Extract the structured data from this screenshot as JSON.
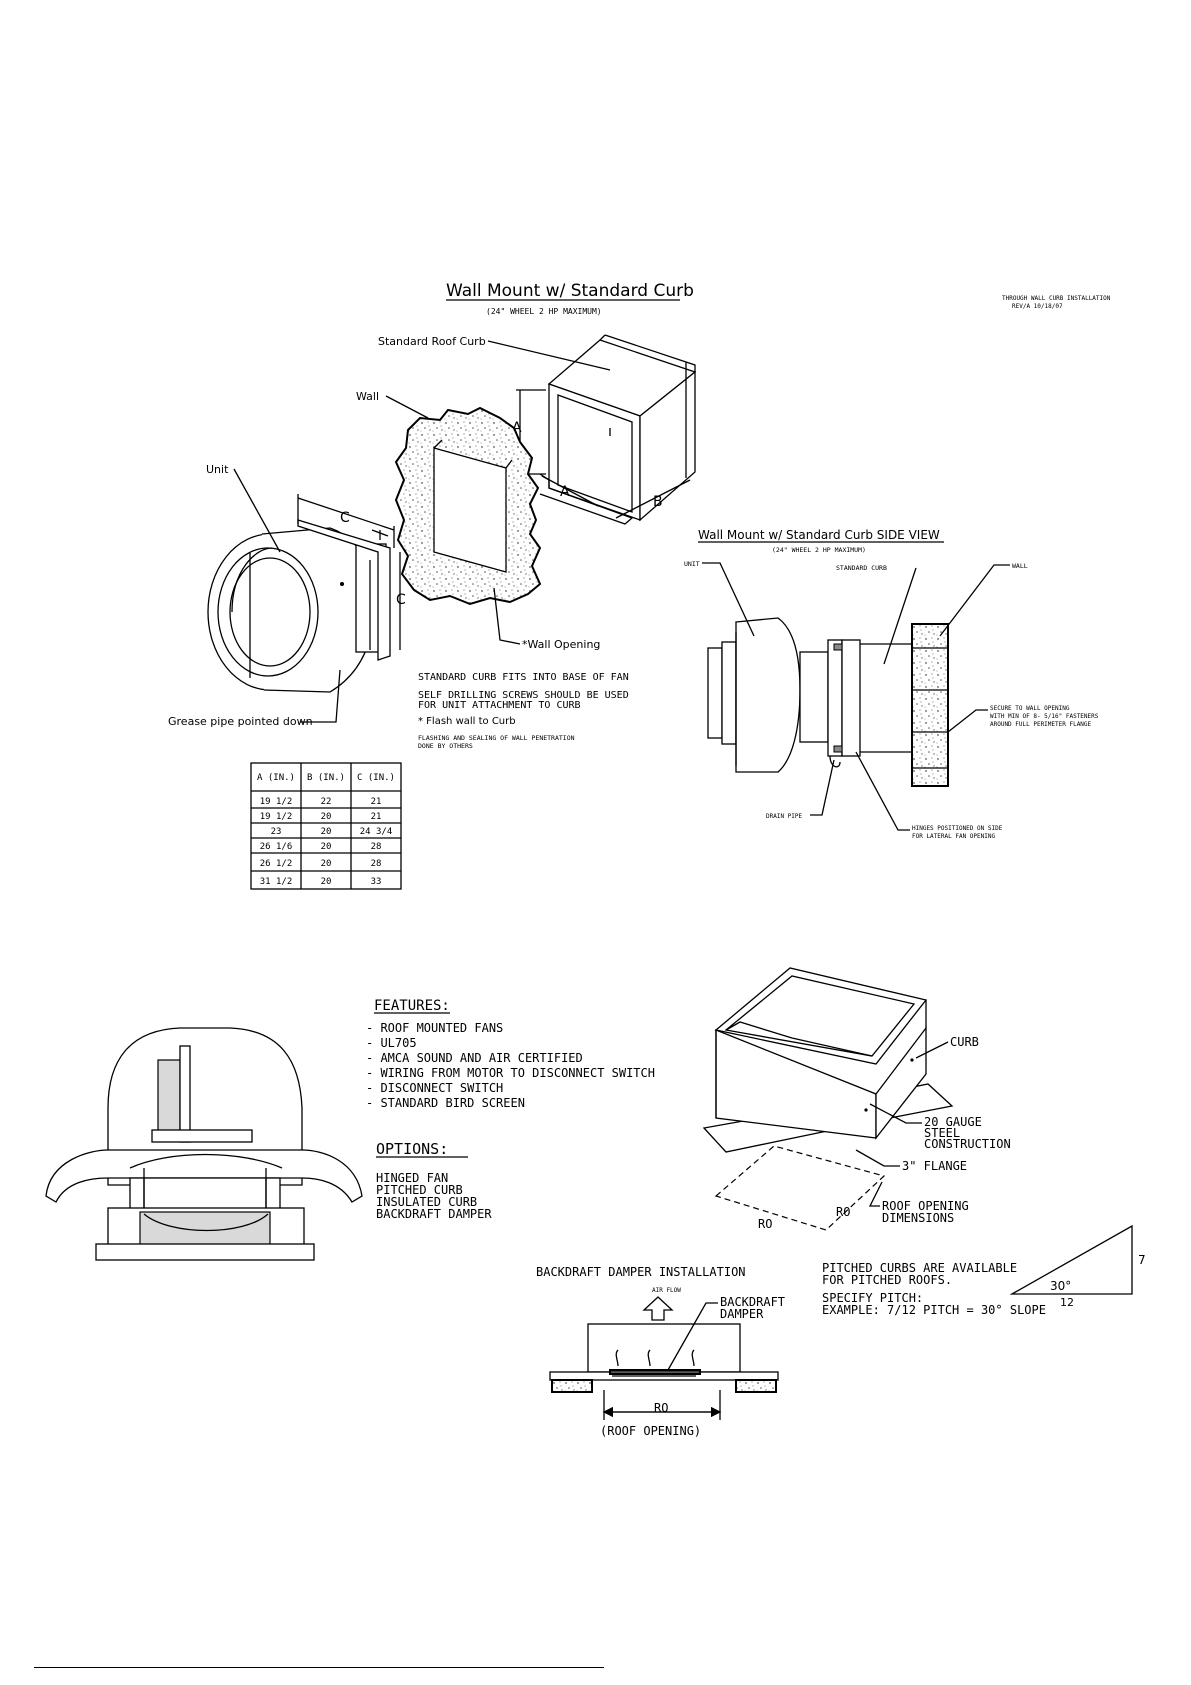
{
  "top_left": {
    "title": "Wall Mount w/ Standard Curb",
    "subtitle": "(24\" WHEEL 2 HP MAXIMUM)",
    "rev_line1": "THROUGH WALL CURB INSTALLATION",
    "rev_line2": "REV/A  10/18/07",
    "labels": {
      "roof_curb": "Standard Roof Curb",
      "wall": "Wall",
      "unit": "Unit",
      "dim_a1": "A",
      "dim_a2": "A",
      "dim_b": "B",
      "dim_c1": "C",
      "dim_c2": "C",
      "wall_opening": "*Wall Opening",
      "grease": "Grease pipe pointed down"
    },
    "notes": [
      "STANDARD CURB FITS INTO BASE OF FAN",
      "SELF DRILLING SCREWS SHOULD BE USED",
      "FOR UNIT ATTACHMENT TO CURB",
      "* Flash wall to Curb",
      "FLASHING AND SEALING OF WALL PENETRATION",
      "DONE BY OTHERS"
    ]
  },
  "dim_table": {
    "headers": [
      "A (IN.)",
      "B (IN.)",
      "C (IN.)"
    ],
    "rows": [
      [
        "19 1/2",
        "22",
        "21"
      ],
      [
        "19 1/2",
        "20",
        "21"
      ],
      [
        "23",
        "20",
        "24 3/4"
      ],
      [
        "26 1/6",
        "20",
        "28"
      ],
      [
        "26 1/2",
        "20",
        "28"
      ],
      [
        "31 1/2",
        "20",
        "33"
      ]
    ]
  },
  "side_view": {
    "title": "Wall Mount w/ Standard Curb SIDE VIEW",
    "subtitle": "(24\" WHEEL 2 HP MAXIMUM)",
    "labels": {
      "unit": "UNIT",
      "standard_curb": "STANDARD CURB",
      "wall": "WALL",
      "secure1": "SECURE TO WALL OPENING",
      "secure2": "WITH MIN OF 8- 5/16\" FASTENERS",
      "secure3": "AROUND FULL PERIMETER FLANGE",
      "drain": "DRAIN PIPE",
      "hinges1": "HINGES POSITIONED ON SIDE",
      "hinges2": "FOR LATERAL FAN OPENING"
    }
  },
  "features": {
    "heading": "FEATURES:",
    "items": [
      "- ROOF MOUNTED FANS",
      "- UL705",
      "- AMCA SOUND AND AIR CERTIFIED",
      "- WIRING FROM MOTOR TO DISCONNECT SWITCH",
      "- DISCONNECT SWITCH",
      "- STANDARD BIRD SCREEN"
    ]
  },
  "options": {
    "heading": "OPTIONS:",
    "items": [
      "HINGED FAN",
      "PITCHED CURB",
      "INSULATED CURB",
      "BACKDRAFT DAMPER"
    ]
  },
  "curb": {
    "curb": "CURB",
    "gauge1": "20 GAUGE",
    "gauge2": "STEEL",
    "gauge3": "CONSTRUCTION",
    "flange": "3\" FLANGE",
    "ro1": "RO",
    "ro2": "RO",
    "roof1": "ROOF OPENING",
    "roof2": "DIMENSIONS"
  },
  "backdraft": {
    "title": "BACKDRAFT DAMPER INSTALLATION",
    "airflow": "AIR FLOW",
    "damper1": "BACKDRAFT",
    "damper2": "DAMPER",
    "ro": "RO",
    "roof_opening": "(ROOF OPENING)"
  },
  "pitch": {
    "line1": "PITCHED CURBS ARE AVAILABLE",
    "line2": "FOR PITCHED ROOFS.",
    "line3": "SPECIFY PITCH:",
    "line4": "EXAMPLE: 7/12 PITCH = 30° SLOPE",
    "rise": "7",
    "run": "12",
    "angle": "30°"
  }
}
